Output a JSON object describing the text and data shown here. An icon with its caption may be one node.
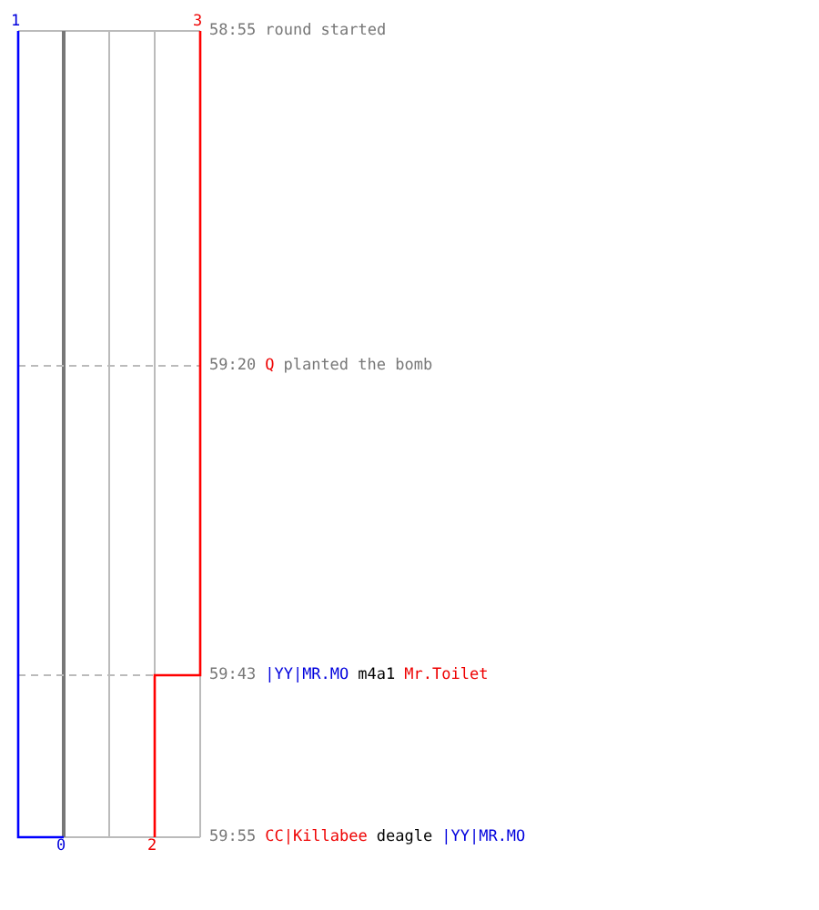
{
  "diagram": {
    "labels": [
      "1",
      "3",
      "58:55",
      "round started",
      "59:20",
      "Q",
      "planted the bomb",
      "59:43",
      "|YY|MR.MO",
      "m4a1",
      "Mr.Toilet",
      "0",
      "2",
      "59:55",
      "CC|Killabee",
      "deagle",
      "|YY|MR.MO"
    ]
  }
}
